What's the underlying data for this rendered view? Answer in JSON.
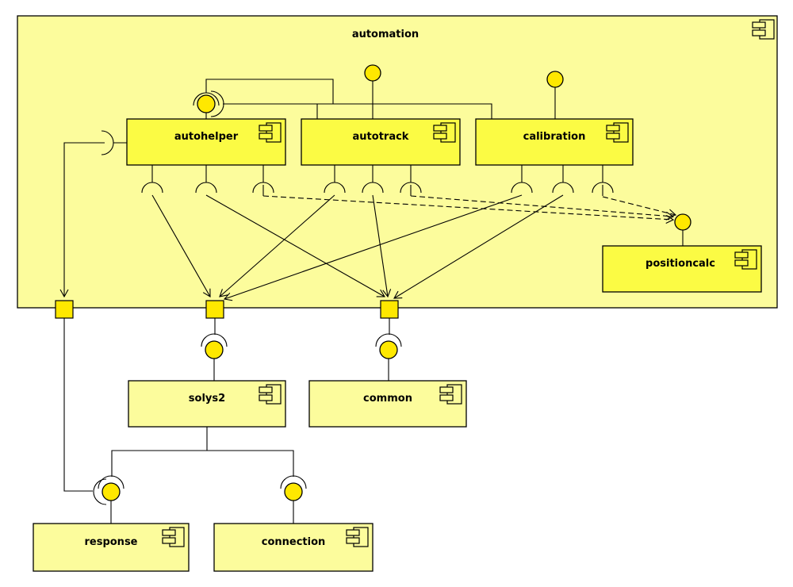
{
  "diagram_type": "uml-component-diagram",
  "colors": {
    "page_background": "#ffffff",
    "container_fill": "#fcfc9c",
    "inner_component_fill": "#fbfb44",
    "outer_component_fill": "#fcfc9c",
    "connector_fill": "#ffe800",
    "line_color": "#000000"
  },
  "container": {
    "label": "automation"
  },
  "components": {
    "autohelper": {
      "label": "autohelper"
    },
    "autotrack": {
      "label": "autotrack"
    },
    "calibration": {
      "label": "calibration"
    },
    "positioncalc": {
      "label": "positioncalc"
    },
    "solys2": {
      "label": "solys2"
    },
    "common": {
      "label": "common"
    },
    "response": {
      "label": "response"
    },
    "connection": {
      "label": "connection"
    }
  },
  "icons": {
    "component": "uml-component-icon",
    "provided_interface": "ball-interface-icon",
    "required_interface": "socket-interface-icon",
    "port": "port-square-icon"
  }
}
